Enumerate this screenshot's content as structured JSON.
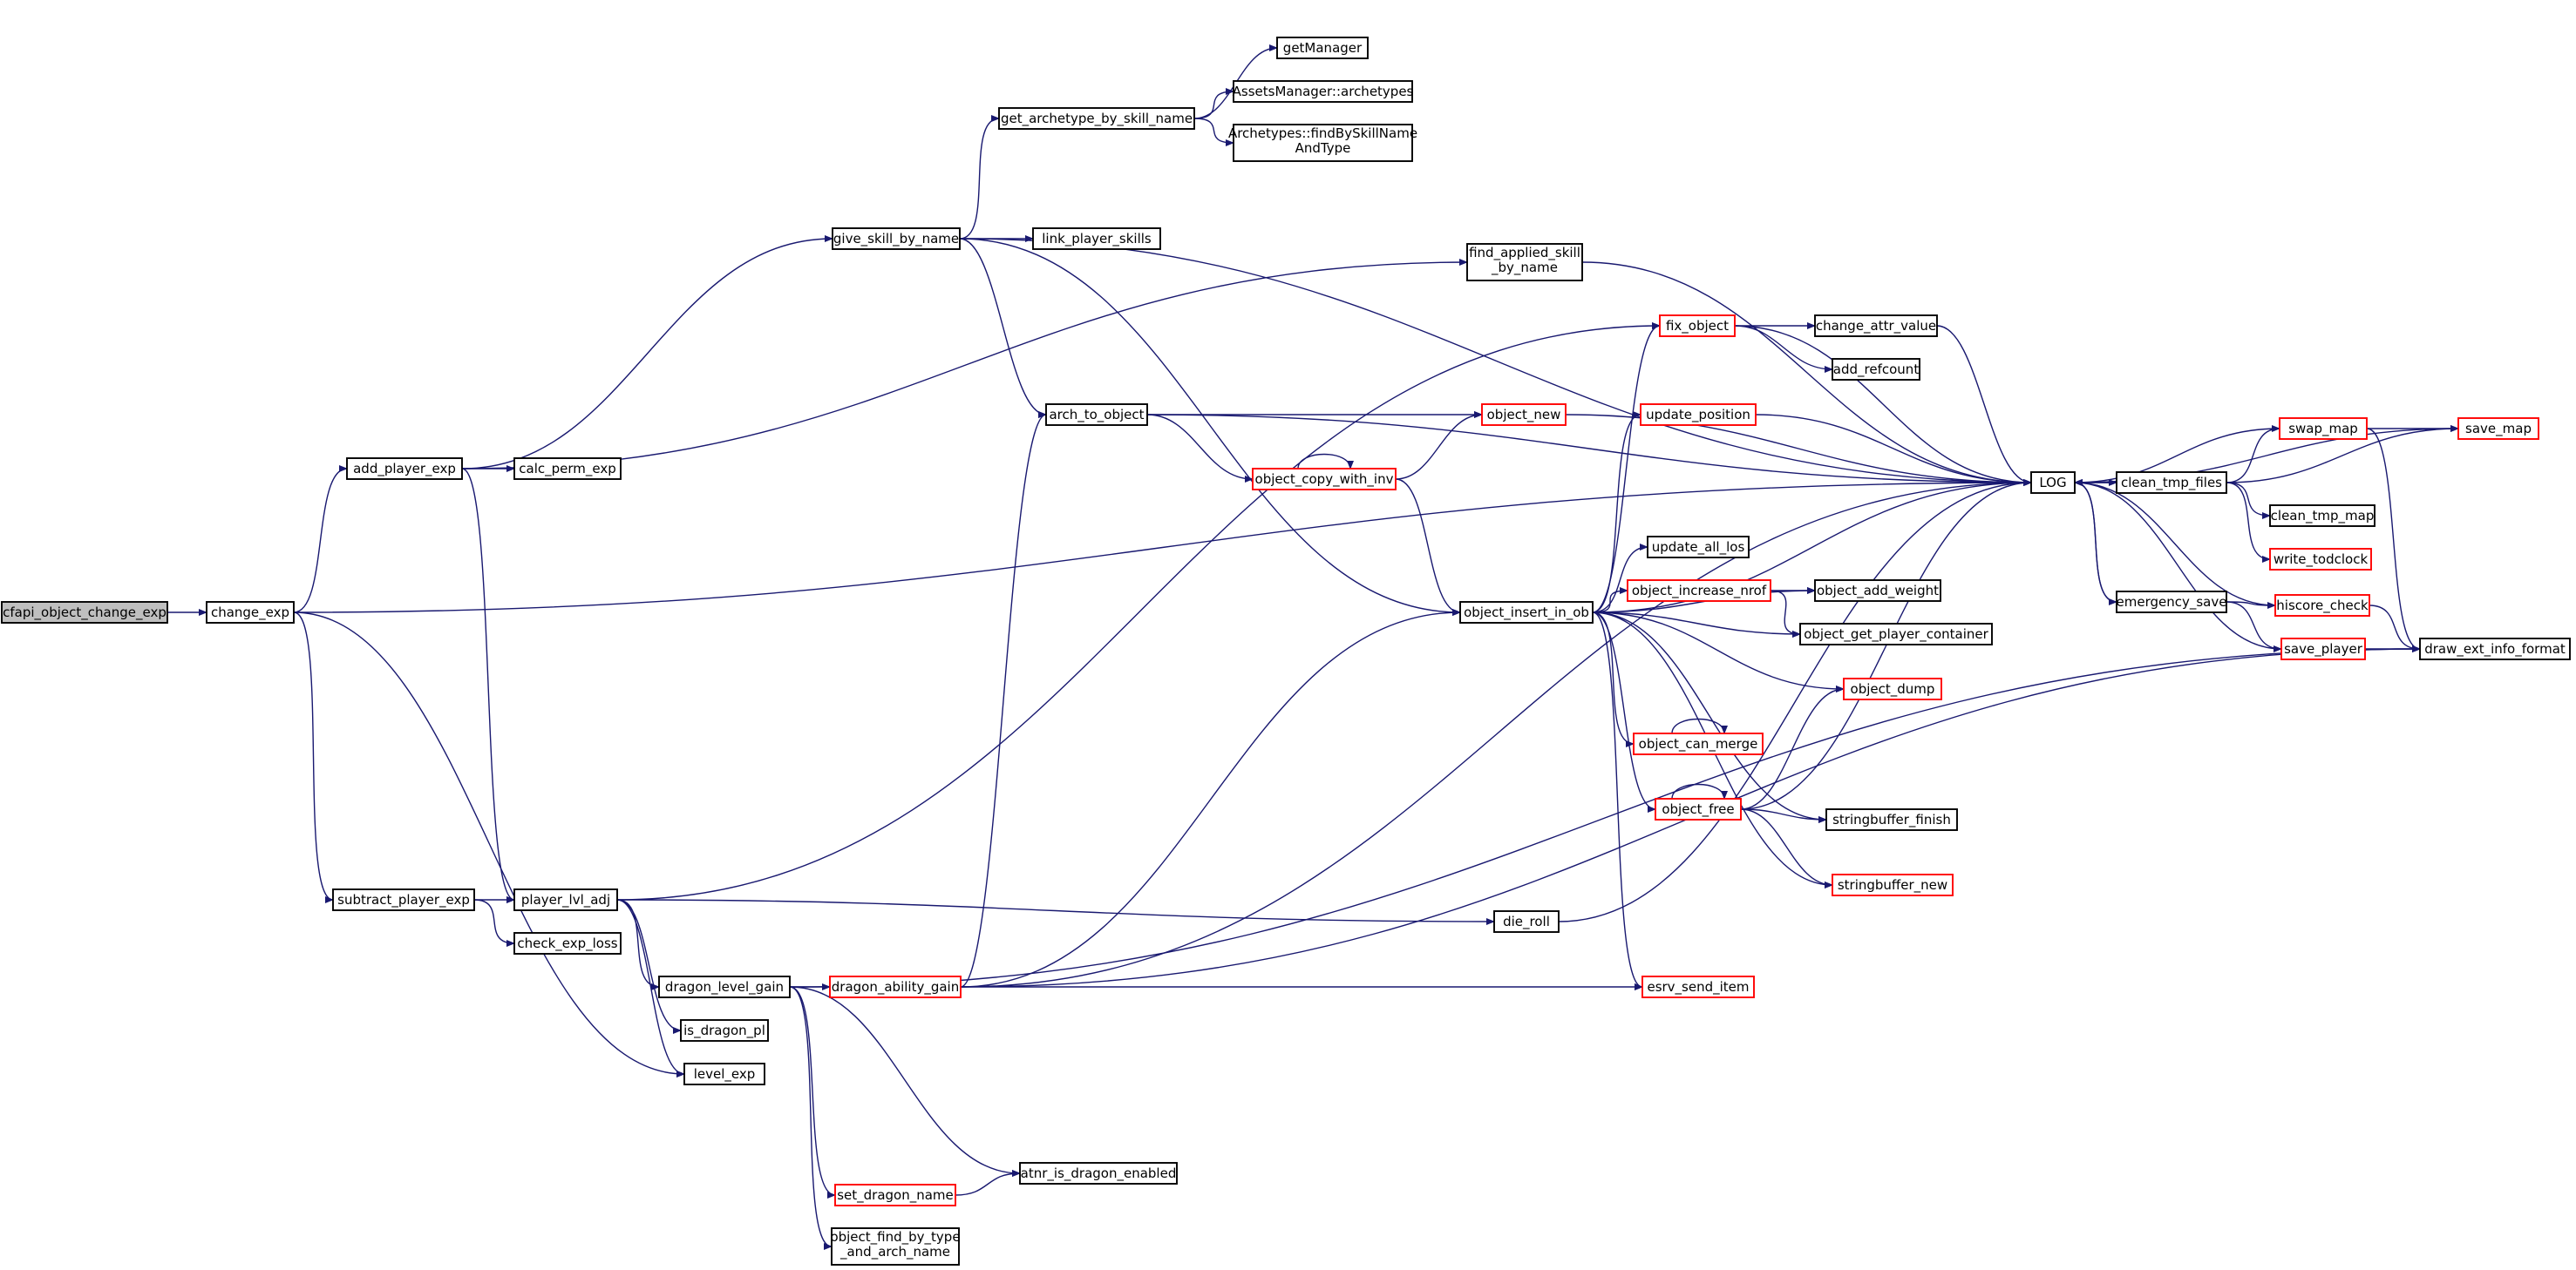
{
  "colors": {
    "edge": "#191970",
    "node_border": "#000000",
    "node_border_red": "#ff0000",
    "root_fill": "#bfbfbf",
    "text": "#000000"
  },
  "nodes": {
    "cfapi": {
      "lines": [
        "cfapi_object_change_exp"
      ],
      "style": "root"
    },
    "change_exp": {
      "lines": [
        "change_exp"
      ],
      "style": "normal"
    },
    "add_player_exp": {
      "lines": [
        "add_player_exp"
      ],
      "style": "normal"
    },
    "calc_perm_exp": {
      "lines": [
        "calc_perm_exp"
      ],
      "style": "normal"
    },
    "subtract_player_exp": {
      "lines": [
        "subtract_player_exp"
      ],
      "style": "normal"
    },
    "player_lvl_adj": {
      "lines": [
        "player_lvl_adj"
      ],
      "style": "normal"
    },
    "check_exp_loss": {
      "lines": [
        "check_exp_loss"
      ],
      "style": "normal"
    },
    "dragon_level_gain": {
      "lines": [
        "dragon_level_gain"
      ],
      "style": "normal"
    },
    "is_dragon_pl": {
      "lines": [
        "is_dragon_pl"
      ],
      "style": "normal"
    },
    "level_exp": {
      "lines": [
        "level_exp"
      ],
      "style": "normal"
    },
    "dragon_ability_gain": {
      "lines": [
        "dragon_ability_gain"
      ],
      "style": "red"
    },
    "set_dragon_name": {
      "lines": [
        "set_dragon_name"
      ],
      "style": "red"
    },
    "atnr_is_dragon_enabled": {
      "lines": [
        "atnr_is_dragon_enabled"
      ],
      "style": "normal"
    },
    "object_find_by_type": {
      "lines": [
        "object_find_by_type",
        "_and_arch_name"
      ],
      "style": "normal"
    },
    "give_skill_by_name": {
      "lines": [
        "give_skill_by_name"
      ],
      "style": "normal"
    },
    "get_archetype": {
      "lines": [
        "get_archetype_by_skill_name"
      ],
      "style": "normal"
    },
    "getManager": {
      "lines": [
        "getManager"
      ],
      "style": "normal"
    },
    "assets_archetypes": {
      "lines": [
        "AssetsManager::archetypes"
      ],
      "style": "normal"
    },
    "archetypes_find": {
      "lines": [
        "Archetypes::findBySkillName",
        "AndType"
      ],
      "style": "normal"
    },
    "link_player_skills": {
      "lines": [
        "link_player_skills"
      ],
      "style": "normal"
    },
    "find_applied_skill": {
      "lines": [
        "find_applied_skill",
        "_by_name"
      ],
      "style": "normal"
    },
    "arch_to_object": {
      "lines": [
        "arch_to_object"
      ],
      "style": "normal"
    },
    "object_copy_with_inv": {
      "lines": [
        "object_copy_with_inv"
      ],
      "style": "red"
    },
    "object_new": {
      "lines": [
        "object_new"
      ],
      "style": "red"
    },
    "object_insert_in_ob": {
      "lines": [
        "object_insert_in_ob"
      ],
      "style": "normal"
    },
    "die_roll": {
      "lines": [
        "die_roll"
      ],
      "style": "normal"
    },
    "fix_object": {
      "lines": [
        "fix_object"
      ],
      "style": "red"
    },
    "change_attr_value": {
      "lines": [
        "change_attr_value"
      ],
      "style": "normal"
    },
    "add_refcount": {
      "lines": [
        "add_refcount"
      ],
      "style": "normal"
    },
    "update_position": {
      "lines": [
        "update_position"
      ],
      "style": "red"
    },
    "update_all_los": {
      "lines": [
        "update_all_los"
      ],
      "style": "normal"
    },
    "object_increase_nrof": {
      "lines": [
        "object_increase_nrof"
      ],
      "style": "red"
    },
    "object_add_weight": {
      "lines": [
        "object_add_weight"
      ],
      "style": "normal"
    },
    "object_get_player_container": {
      "lines": [
        "object_get_player_container"
      ],
      "style": "normal"
    },
    "object_dump": {
      "lines": [
        "object_dump"
      ],
      "style": "red"
    },
    "object_can_merge": {
      "lines": [
        "object_can_merge"
      ],
      "style": "red"
    },
    "object_free": {
      "lines": [
        "object_free"
      ],
      "style": "red"
    },
    "stringbuffer_finish": {
      "lines": [
        "stringbuffer_finish"
      ],
      "style": "normal"
    },
    "stringbuffer_new": {
      "lines": [
        "stringbuffer_new"
      ],
      "style": "red"
    },
    "esrv_send_item": {
      "lines": [
        "esrv_send_item"
      ],
      "style": "red"
    },
    "LOG": {
      "lines": [
        "LOG"
      ],
      "style": "normal"
    },
    "clean_tmp_files": {
      "lines": [
        "clean_tmp_files"
      ],
      "style": "normal"
    },
    "clean_tmp_map": {
      "lines": [
        "clean_tmp_map"
      ],
      "style": "normal"
    },
    "write_todclock": {
      "lines": [
        "write_todclock"
      ],
      "style": "red"
    },
    "swap_map": {
      "lines": [
        "swap_map"
      ],
      "style": "red"
    },
    "save_map": {
      "lines": [
        "save_map"
      ],
      "style": "red"
    },
    "emergency_save": {
      "lines": [
        "emergency_save"
      ],
      "style": "normal"
    },
    "hiscore_check": {
      "lines": [
        "hiscore_check"
      ],
      "style": "red"
    },
    "save_player": {
      "lines": [
        "save_player"
      ],
      "style": "red"
    },
    "draw_ext_info_format": {
      "lines": [
        "draw_ext_info_format"
      ],
      "style": "normal"
    }
  },
  "edges": [
    [
      "cfapi",
      "change_exp"
    ],
    [
      "change_exp",
      "add_player_exp"
    ],
    [
      "change_exp",
      "subtract_player_exp"
    ],
    [
      "change_exp",
      "level_exp"
    ],
    [
      "change_exp",
      "LOG"
    ],
    [
      "add_player_exp",
      "calc_perm_exp"
    ],
    [
      "add_player_exp",
      "give_skill_by_name"
    ],
    [
      "add_player_exp",
      "find_applied_skill"
    ],
    [
      "add_player_exp",
      "player_lvl_adj"
    ],
    [
      "subtract_player_exp",
      "player_lvl_adj"
    ],
    [
      "subtract_player_exp",
      "check_exp_loss"
    ],
    [
      "player_lvl_adj",
      "fix_object"
    ],
    [
      "player_lvl_adj",
      "die_roll"
    ],
    [
      "player_lvl_adj",
      "dragon_level_gain"
    ],
    [
      "player_lvl_adj",
      "is_dragon_pl"
    ],
    [
      "player_lvl_adj",
      "level_exp"
    ],
    [
      "dragon_level_gain",
      "dragon_ability_gain"
    ],
    [
      "dragon_level_gain",
      "set_dragon_name"
    ],
    [
      "dragon_level_gain",
      "atnr_is_dragon_enabled"
    ],
    [
      "dragon_level_gain",
      "object_find_by_type"
    ],
    [
      "dragon_level_gain",
      "draw_ext_info_format"
    ],
    [
      "dragon_ability_gain",
      "arch_to_object"
    ],
    [
      "dragon_ability_gain",
      "object_insert_in_ob"
    ],
    [
      "dragon_ability_gain",
      "esrv_send_item"
    ],
    [
      "dragon_ability_gain",
      "LOG"
    ],
    [
      "dragon_ability_gain",
      "draw_ext_info_format"
    ],
    [
      "set_dragon_name",
      "atnr_is_dragon_enabled"
    ],
    [
      "give_skill_by_name",
      "get_archetype"
    ],
    [
      "give_skill_by_name",
      "link_player_skills"
    ],
    [
      "give_skill_by_name",
      "arch_to_object"
    ],
    [
      "give_skill_by_name",
      "object_insert_in_ob"
    ],
    [
      "give_skill_by_name",
      "LOG"
    ],
    [
      "get_archetype",
      "getManager"
    ],
    [
      "get_archetype",
      "assets_archetypes"
    ],
    [
      "get_archetype",
      "archetypes_find"
    ],
    [
      "find_applied_skill",
      "LOG"
    ],
    [
      "arch_to_object",
      "object_new"
    ],
    [
      "arch_to_object",
      "object_copy_with_inv"
    ],
    [
      "arch_to_object",
      "LOG"
    ],
    [
      "object_copy_with_inv",
      "object_copy_with_inv"
    ],
    [
      "object_copy_with_inv",
      "object_new"
    ],
    [
      "object_copy_with_inv",
      "object_insert_in_ob"
    ],
    [
      "object_new",
      "LOG"
    ],
    [
      "die_roll",
      "LOG"
    ],
    [
      "object_insert_in_ob",
      "fix_object"
    ],
    [
      "object_insert_in_ob",
      "update_position"
    ],
    [
      "object_insert_in_ob",
      "LOG"
    ],
    [
      "object_insert_in_ob",
      "update_all_los"
    ],
    [
      "object_insert_in_ob",
      "object_increase_nrof"
    ],
    [
      "object_insert_in_ob",
      "object_add_weight"
    ],
    [
      "object_insert_in_ob",
      "object_get_player_container"
    ],
    [
      "object_insert_in_ob",
      "object_dump"
    ],
    [
      "object_insert_in_ob",
      "object_can_merge"
    ],
    [
      "object_insert_in_ob",
      "object_free"
    ],
    [
      "object_insert_in_ob",
      "stringbuffer_finish"
    ],
    [
      "object_insert_in_ob",
      "stringbuffer_new"
    ],
    [
      "object_insert_in_ob",
      "esrv_send_item"
    ],
    [
      "object_increase_nrof",
      "object_add_weight"
    ],
    [
      "object_increase_nrof",
      "object_get_player_container"
    ],
    [
      "object_can_merge",
      "object_can_merge"
    ],
    [
      "object_free",
      "object_free"
    ],
    [
      "object_free",
      "object_dump"
    ],
    [
      "object_free",
      "stringbuffer_finish"
    ],
    [
      "object_free",
      "stringbuffer_new"
    ],
    [
      "object_free",
      "LOG"
    ],
    [
      "fix_object",
      "change_attr_value"
    ],
    [
      "fix_object",
      "add_refcount"
    ],
    [
      "fix_object",
      "LOG"
    ],
    [
      "change_attr_value",
      "LOG"
    ],
    [
      "update_position",
      "LOG"
    ],
    [
      "LOG",
      "clean_tmp_files"
    ],
    [
      "LOG",
      "emergency_save"
    ],
    [
      "clean_tmp_files",
      "swap_map"
    ],
    [
      "clean_tmp_files",
      "save_map"
    ],
    [
      "clean_tmp_files",
      "clean_tmp_map"
    ],
    [
      "clean_tmp_files",
      "write_todclock"
    ],
    [
      "clean_tmp_files",
      "LOG"
    ],
    [
      "swap_map",
      "save_map"
    ],
    [
      "swap_map",
      "LOG"
    ],
    [
      "swap_map",
      "draw_ext_info_format"
    ],
    [
      "save_map",
      "LOG"
    ],
    [
      "emergency_save",
      "LOG"
    ],
    [
      "emergency_save",
      "hiscore_check"
    ],
    [
      "emergency_save",
      "save_player"
    ],
    [
      "hiscore_check",
      "LOG"
    ],
    [
      "hiscore_check",
      "draw_ext_info_format"
    ],
    [
      "save_player",
      "LOG"
    ],
    [
      "save_player",
      "draw_ext_info_format"
    ]
  ]
}
